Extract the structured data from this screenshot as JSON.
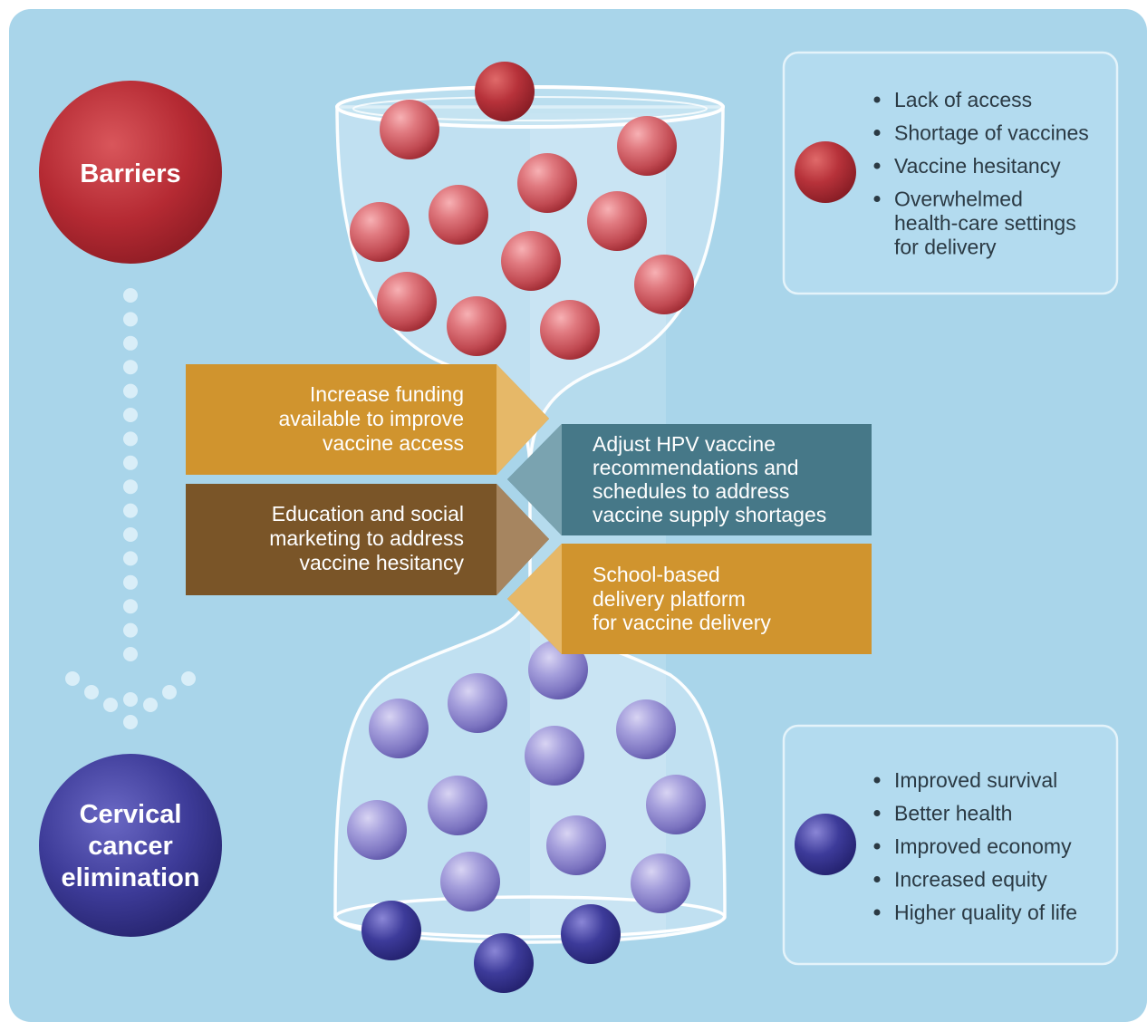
{
  "colors": {
    "background": "#a9d5ea",
    "barrier_ball": "#b3262f",
    "outcome_ball": "#3b3a8f",
    "funding_box": "#d0942e",
    "education_box": "#7a5528",
    "recommendations_box": "#467888",
    "school_box": "#d0942e"
  },
  "nodes": {
    "barriers": "Barriers",
    "elimination": [
      "Cervical",
      "cancer",
      "elimination"
    ]
  },
  "interventions": {
    "funding": [
      "Increase funding",
      "available to improve",
      "vaccine access"
    ],
    "education": [
      "Education and social",
      "marketing to address",
      "vaccine hesitancy"
    ],
    "recommendations": [
      "Adjust HPV vaccine",
      "recommendations and",
      "schedules to address",
      "vaccine supply shortages"
    ],
    "school": [
      "School-based",
      "delivery platform",
      "for vaccine delivery"
    ]
  },
  "barrier_list": [
    [
      "Lack of access"
    ],
    [
      "Shortage of vaccines"
    ],
    [
      "Vaccine hesitancy"
    ],
    [
      "Overwhelmed",
      "health-care settings",
      "for delivery"
    ]
  ],
  "outcome_list": [
    [
      "Improved survival"
    ],
    [
      "Better health"
    ],
    [
      "Improved economy"
    ],
    [
      "Increased equity"
    ],
    [
      "Higher quality of life"
    ]
  ],
  "icons": {
    "barrier_ball": "red-sphere-icon",
    "outcome_ball": "blue-sphere-icon",
    "flow_arrow": "dotted-arrow-down-icon"
  }
}
